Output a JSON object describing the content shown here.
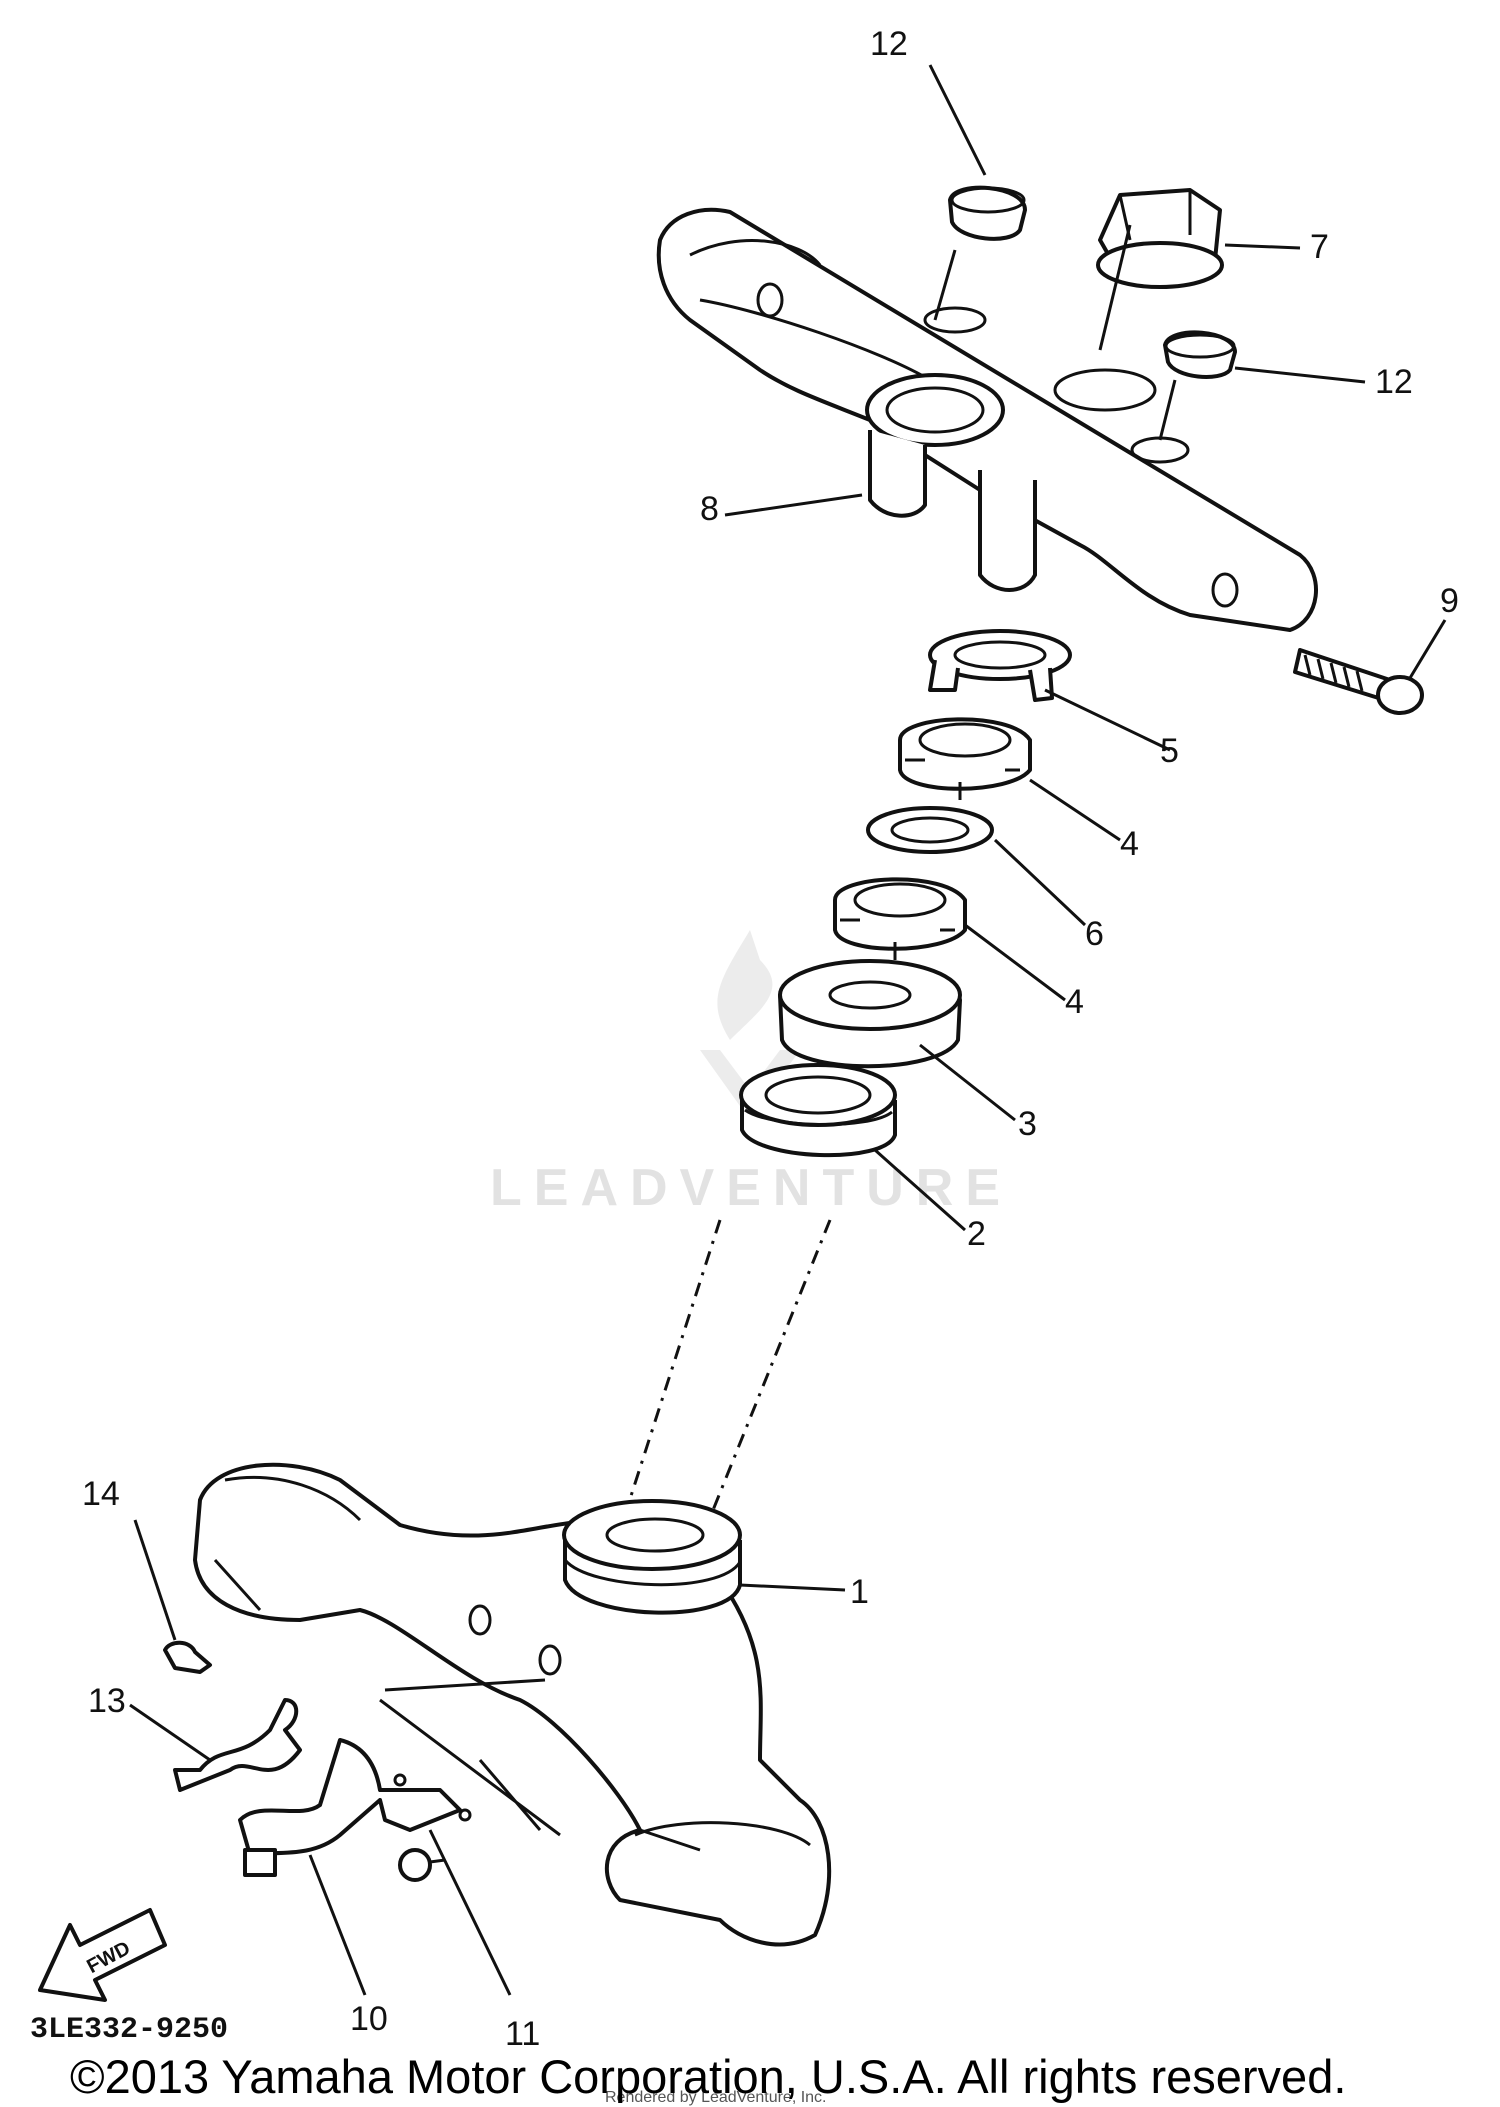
{
  "diagram": {
    "callouts": [
      {
        "id": "1",
        "text": "1"
      },
      {
        "id": "2",
        "text": "2"
      },
      {
        "id": "3",
        "text": "3"
      },
      {
        "id": "4a",
        "text": "4"
      },
      {
        "id": "4b",
        "text": "4"
      },
      {
        "id": "5",
        "text": "5"
      },
      {
        "id": "6",
        "text": "6"
      },
      {
        "id": "7",
        "text": "7"
      },
      {
        "id": "8",
        "text": "8"
      },
      {
        "id": "9",
        "text": "9"
      },
      {
        "id": "10",
        "text": "10"
      },
      {
        "id": "11",
        "text": "11"
      },
      {
        "id": "12a",
        "text": "12"
      },
      {
        "id": "12b",
        "text": "12"
      },
      {
        "id": "13",
        "text": "13"
      },
      {
        "id": "14",
        "text": "14"
      }
    ],
    "fwd_arrow_text": "FWD",
    "diagram_code": "3LE332-9250",
    "watermark": "LEADVENTURE",
    "rendered_by": "Rendered by LeadVenture, Inc.",
    "copyright": "©2013 Yamaha Motor Corporation, U.S.A. All rights reserved."
  }
}
